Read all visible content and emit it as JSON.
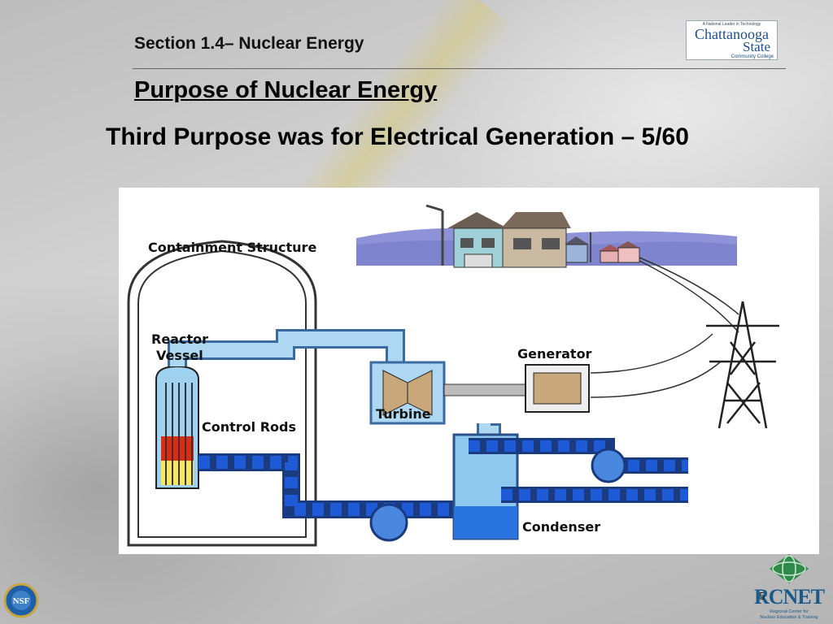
{
  "slide": {
    "section_title": "Section 1.4– Nuclear Energy",
    "heading": "Purpose of Nuclear Energy",
    "subtitle": "Third Purpose was for Electrical Generation – 5/60",
    "page_number": "5"
  },
  "logos": {
    "chattanooga": {
      "tagline": "A National Leader in Technology",
      "line1": "Chattanooga",
      "line2": "State",
      "line3": "Community College"
    },
    "rcnet": {
      "name": "RCNET",
      "sub1": "Regional Center for",
      "sub2": "Nuclear Education & Training"
    },
    "nsf": {
      "name": "NSF"
    }
  },
  "diagram": {
    "labels": {
      "containment": "Containment Structure",
      "reactor_vessel_1": "Reactor",
      "reactor_vessel_2": "Vessel",
      "control_rods": "Control Rods",
      "turbine": "Turbine",
      "generator": "Generator",
      "condenser": "Condenser"
    }
  },
  "colors": {
    "water_dark": "#1e5ad6",
    "water_light": "#8ec8ee",
    "steam": "#aed8f2",
    "core_red": "#e02a12",
    "core_yellow": "#f6e85a"
  }
}
